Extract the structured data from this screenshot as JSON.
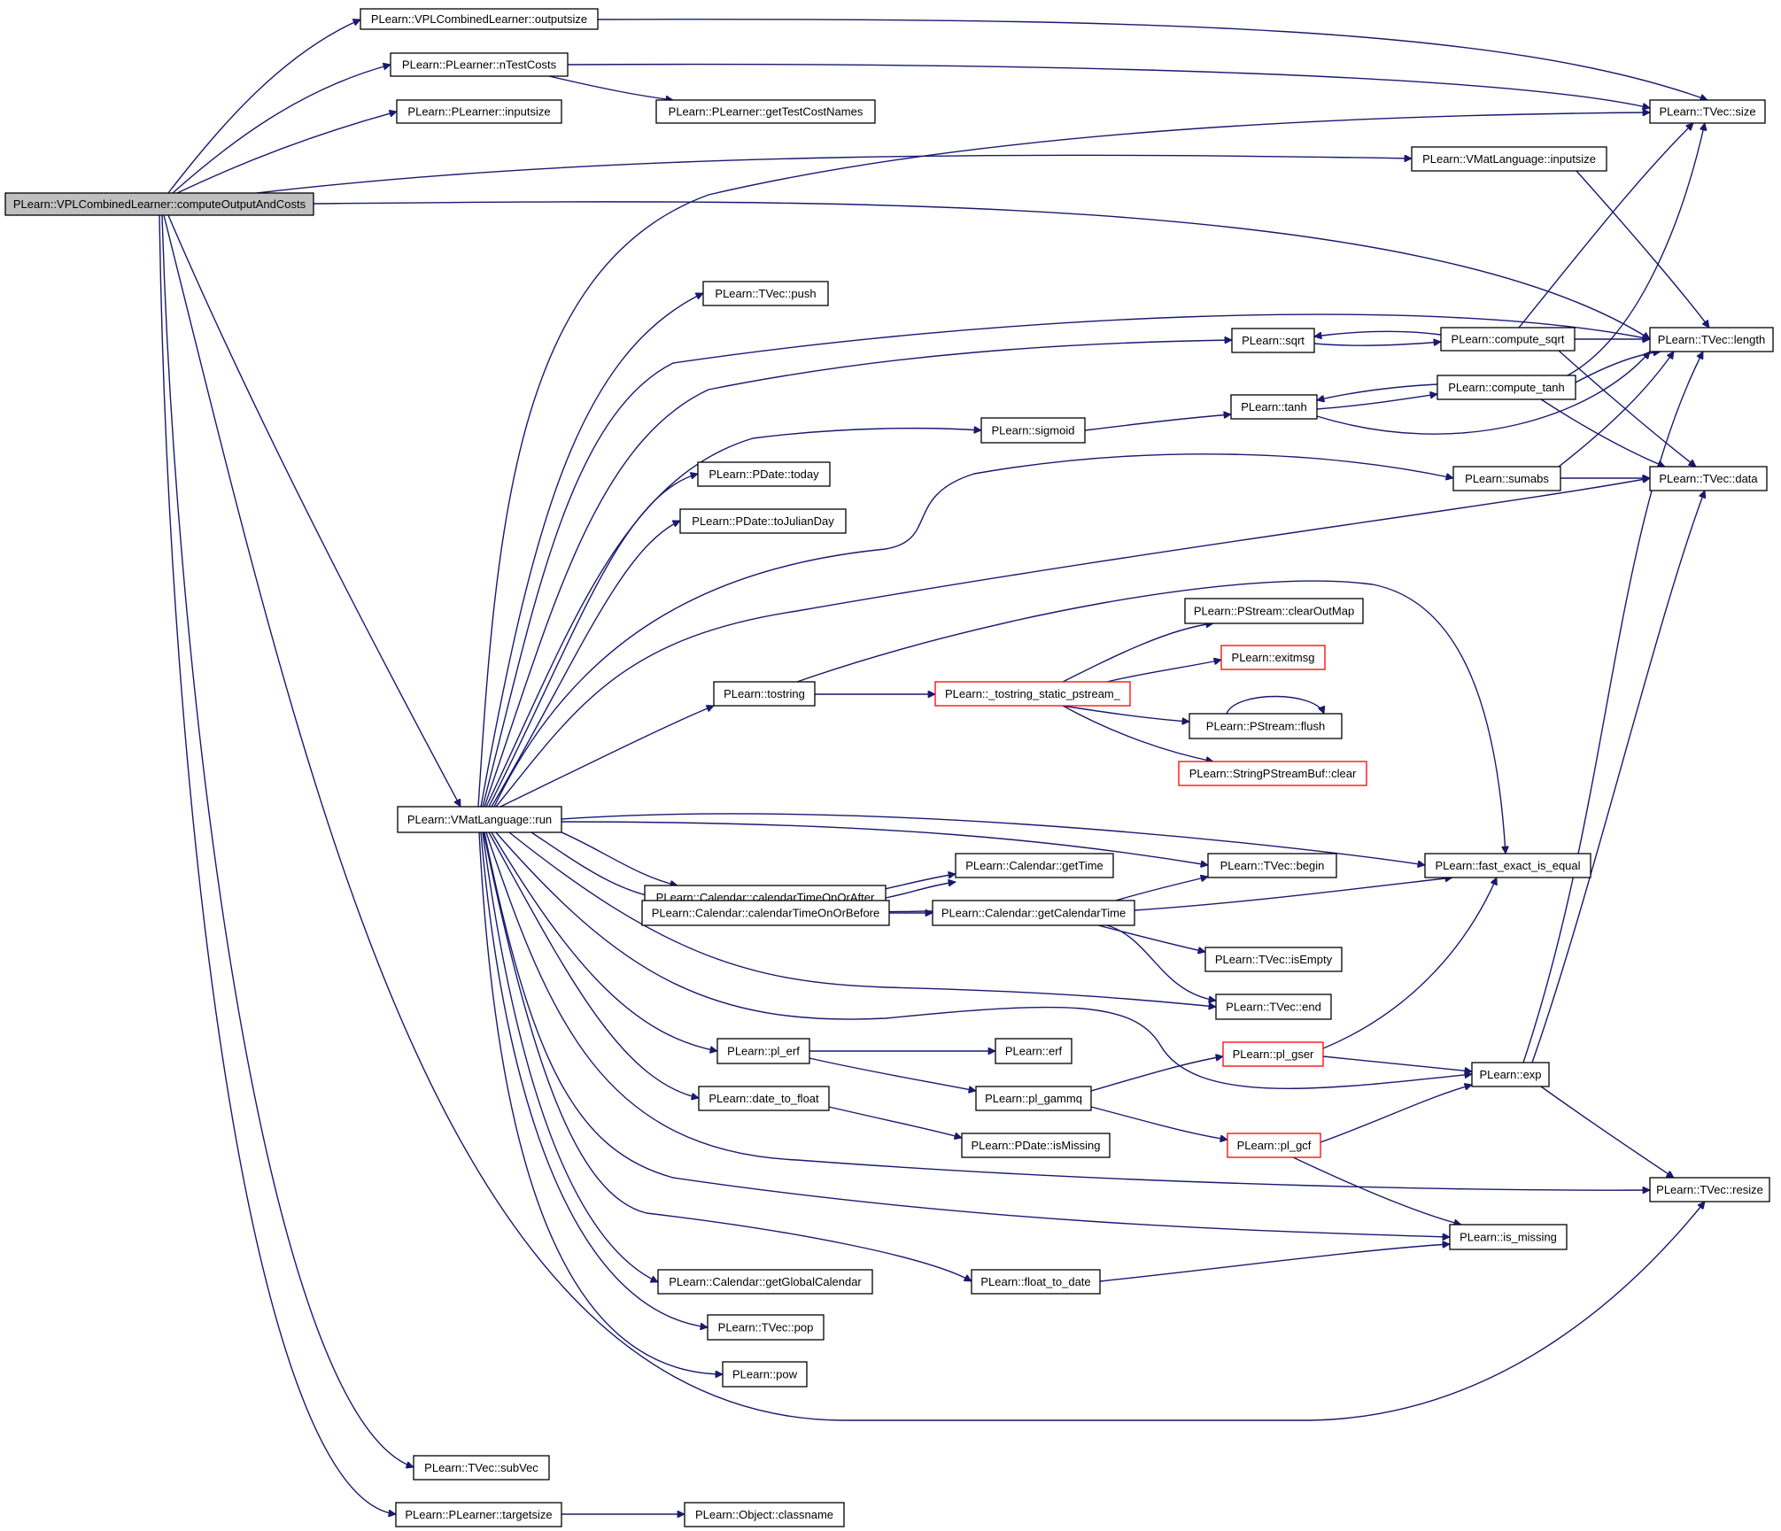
{
  "graph": {
    "nodes": [
      {
        "id": "root",
        "label": "PLearn::VPLCombinedLearner::computeOutputAndCosts",
        "style": "root"
      },
      {
        "id": "outputsize",
        "label": "PLearn::VPLCombinedLearner::outputsize",
        "style": "normal"
      },
      {
        "id": "nTestCosts",
        "label": "PLearn::PLearner::nTestCosts",
        "style": "normal"
      },
      {
        "id": "getTestCostNames",
        "label": "PLearn::PLearner::getTestCostNames",
        "style": "normal"
      },
      {
        "id": "pl_inputsize",
        "label": "PLearn::PLearner::inputsize",
        "style": "normal"
      },
      {
        "id": "vm_inputsize",
        "label": "PLearn::VMatLanguage::inputsize",
        "style": "normal"
      },
      {
        "id": "size",
        "label": "PLearn::TVec::size",
        "style": "normal"
      },
      {
        "id": "length",
        "label": "PLearn::TVec::length",
        "style": "normal"
      },
      {
        "id": "push",
        "label": "PLearn::TVec::push",
        "style": "normal"
      },
      {
        "id": "sqrt",
        "label": "PLearn::sqrt",
        "style": "normal"
      },
      {
        "id": "compute_sqrt",
        "label": "PLearn::compute_sqrt",
        "style": "normal"
      },
      {
        "id": "compute_tanh",
        "label": "PLearn::compute_tanh",
        "style": "normal"
      },
      {
        "id": "tanh",
        "label": "PLearn::tanh",
        "style": "normal"
      },
      {
        "id": "sigmoid",
        "label": "PLearn::sigmoid",
        "style": "normal"
      },
      {
        "id": "today",
        "label": "PLearn::PDate::today",
        "style": "normal"
      },
      {
        "id": "toJulianDay",
        "label": "PLearn::PDate::toJulianDay",
        "style": "normal"
      },
      {
        "id": "sumabs",
        "label": "PLearn::sumabs",
        "style": "normal"
      },
      {
        "id": "data",
        "label": "PLearn::TVec::data",
        "style": "normal"
      },
      {
        "id": "clearOutMap",
        "label": "PLearn::PStream::clearOutMap",
        "style": "normal"
      },
      {
        "id": "exitmsg",
        "label": "PLearn::exitmsg",
        "style": "incomplete"
      },
      {
        "id": "tostring",
        "label": "PLearn::tostring",
        "style": "normal"
      },
      {
        "id": "tostring_static",
        "label": "PLearn::_tostring_static_pstream_",
        "style": "incomplete"
      },
      {
        "id": "flush",
        "label": "PLearn::PStream::flush",
        "style": "normal"
      },
      {
        "id": "spsb_clear",
        "label": "PLearn::StringPStreamBuf::clear",
        "style": "incomplete"
      },
      {
        "id": "run",
        "label": "PLearn::VMatLanguage::run",
        "style": "normal"
      },
      {
        "id": "calOnOrAfter",
        "label": "PLearn::Calendar::calendarTimeOnOrAfter",
        "style": "normal"
      },
      {
        "id": "getTime",
        "label": "PLearn::Calendar::getTime",
        "style": "normal"
      },
      {
        "id": "begin",
        "label": "PLearn::TVec::begin",
        "style": "normal"
      },
      {
        "id": "fast_equal",
        "label": "PLearn::fast_exact_is_equal",
        "style": "normal"
      },
      {
        "id": "calOnOrBefore",
        "label": "PLearn::Calendar::calendarTimeOnOrBefore",
        "style": "normal"
      },
      {
        "id": "getCalendarTime",
        "label": "PLearn::Calendar::getCalendarTime",
        "style": "normal"
      },
      {
        "id": "isEmpty",
        "label": "PLearn::TVec::isEmpty",
        "style": "normal"
      },
      {
        "id": "end",
        "label": "PLearn::TVec::end",
        "style": "normal"
      },
      {
        "id": "pl_erf",
        "label": "PLearn::pl_erf",
        "style": "normal"
      },
      {
        "id": "erf",
        "label": "PLearn::erf",
        "style": "normal"
      },
      {
        "id": "pl_gser",
        "label": "PLearn::pl_gser",
        "style": "incomplete"
      },
      {
        "id": "exp",
        "label": "PLearn::exp",
        "style": "normal"
      },
      {
        "id": "pl_gammq",
        "label": "PLearn::pl_gammq",
        "style": "normal"
      },
      {
        "id": "date_to_float",
        "label": "PLearn::date_to_float",
        "style": "normal"
      },
      {
        "id": "isMissing",
        "label": "PLearn::PDate::isMissing",
        "style": "normal"
      },
      {
        "id": "pl_gcf",
        "label": "PLearn::pl_gcf",
        "style": "incomplete"
      },
      {
        "id": "resize",
        "label": "PLearn::TVec::resize",
        "style": "normal"
      },
      {
        "id": "is_missing",
        "label": "PLearn::is_missing",
        "style": "normal"
      },
      {
        "id": "getGlobalCalendar",
        "label": "PLearn::Calendar::getGlobalCalendar",
        "style": "normal"
      },
      {
        "id": "float_to_date",
        "label": "PLearn::float_to_date",
        "style": "normal"
      },
      {
        "id": "pop",
        "label": "PLearn::TVec::pop",
        "style": "normal"
      },
      {
        "id": "pow",
        "label": "PLearn::pow",
        "style": "normal"
      },
      {
        "id": "subVec",
        "label": "PLearn::TVec::subVec",
        "style": "normal"
      },
      {
        "id": "targetsize",
        "label": "PLearn::PLearner::targetsize",
        "style": "normal"
      },
      {
        "id": "classname",
        "label": "PLearn::Object::classname",
        "style": "normal"
      }
    ],
    "edges": [
      {
        "from": "root",
        "to": "outputsize"
      },
      {
        "from": "root",
        "to": "nTestCosts"
      },
      {
        "from": "root",
        "to": "pl_inputsize"
      },
      {
        "from": "root",
        "to": "vm_inputsize"
      },
      {
        "from": "root",
        "to": "length"
      },
      {
        "from": "root",
        "to": "run"
      },
      {
        "from": "root",
        "to": "resize"
      },
      {
        "from": "root",
        "to": "subVec"
      },
      {
        "from": "root",
        "to": "targetsize"
      },
      {
        "from": "outputsize",
        "to": "size"
      },
      {
        "from": "nTestCosts",
        "to": "size"
      },
      {
        "from": "nTestCosts",
        "to": "getTestCostNames"
      },
      {
        "from": "vm_inputsize",
        "to": "length"
      },
      {
        "from": "run",
        "to": "size"
      },
      {
        "from": "run",
        "to": "push"
      },
      {
        "from": "run",
        "to": "length"
      },
      {
        "from": "run",
        "to": "sqrt"
      },
      {
        "from": "run",
        "to": "sigmoid"
      },
      {
        "from": "run",
        "to": "today"
      },
      {
        "from": "run",
        "to": "toJulianDay"
      },
      {
        "from": "run",
        "to": "sumabs"
      },
      {
        "from": "run",
        "to": "data"
      },
      {
        "from": "run",
        "to": "tostring"
      },
      {
        "from": "run",
        "to": "fast_equal"
      },
      {
        "from": "run",
        "to": "begin"
      },
      {
        "from": "run",
        "to": "calOnOrAfter"
      },
      {
        "from": "run",
        "to": "calOnOrBefore"
      },
      {
        "from": "run",
        "to": "end"
      },
      {
        "from": "run",
        "to": "exp"
      },
      {
        "from": "run",
        "to": "pl_erf"
      },
      {
        "from": "run",
        "to": "date_to_float"
      },
      {
        "from": "run",
        "to": "resize"
      },
      {
        "from": "run",
        "to": "is_missing"
      },
      {
        "from": "run",
        "to": "getGlobalCalendar"
      },
      {
        "from": "run",
        "to": "float_to_date"
      },
      {
        "from": "run",
        "to": "pop"
      },
      {
        "from": "run",
        "to": "pow"
      },
      {
        "from": "sqrt",
        "to": "compute_sqrt"
      },
      {
        "from": "compute_sqrt",
        "to": "sqrt"
      },
      {
        "from": "compute_sqrt",
        "to": "size"
      },
      {
        "from": "compute_sqrt",
        "to": "length"
      },
      {
        "from": "compute_sqrt",
        "to": "data"
      },
      {
        "from": "sigmoid",
        "to": "tanh"
      },
      {
        "from": "tanh",
        "to": "compute_tanh"
      },
      {
        "from": "tanh",
        "to": "length"
      },
      {
        "from": "compute_tanh",
        "to": "tanh"
      },
      {
        "from": "compute_tanh",
        "to": "size"
      },
      {
        "from": "compute_tanh",
        "to": "length"
      },
      {
        "from": "compute_tanh",
        "to": "data"
      },
      {
        "from": "sumabs",
        "to": "length"
      },
      {
        "from": "sumabs",
        "to": "data"
      },
      {
        "from": "tostring",
        "to": "tostring_static"
      },
      {
        "from": "tostring",
        "to": "fast_equal"
      },
      {
        "from": "tostring_static",
        "to": "clearOutMap"
      },
      {
        "from": "tostring_static",
        "to": "exitmsg"
      },
      {
        "from": "tostring_static",
        "to": "flush"
      },
      {
        "from": "tostring_static",
        "to": "spsb_clear"
      },
      {
        "from": "flush",
        "to": "flush"
      },
      {
        "from": "calOnOrAfter",
        "to": "getTime"
      },
      {
        "from": "calOnOrAfter",
        "to": "getCalendarTime"
      },
      {
        "from": "calOnOrBefore",
        "to": "getTime"
      },
      {
        "from": "calOnOrBefore",
        "to": "getCalendarTime"
      },
      {
        "from": "getCalendarTime",
        "to": "begin"
      },
      {
        "from": "getCalendarTime",
        "to": "fast_equal"
      },
      {
        "from": "getCalendarTime",
        "to": "isEmpty"
      },
      {
        "from": "getCalendarTime",
        "to": "end"
      },
      {
        "from": "pl_erf",
        "to": "erf"
      },
      {
        "from": "pl_erf",
        "to": "pl_gammq"
      },
      {
        "from": "pl_gammq",
        "to": "pl_gser"
      },
      {
        "from": "pl_gammq",
        "to": "pl_gcf"
      },
      {
        "from": "pl_gser",
        "to": "exp"
      },
      {
        "from": "pl_gser",
        "to": "fast_equal"
      },
      {
        "from": "pl_gcf",
        "to": "exp"
      },
      {
        "from": "pl_gcf",
        "to": "is_missing"
      },
      {
        "from": "exp",
        "to": "length"
      },
      {
        "from": "exp",
        "to": "data"
      },
      {
        "from": "exp",
        "to": "resize"
      },
      {
        "from": "date_to_float",
        "to": "isMissing"
      },
      {
        "from": "float_to_date",
        "to": "is_missing"
      },
      {
        "from": "targetsize",
        "to": "classname"
      }
    ]
  }
}
